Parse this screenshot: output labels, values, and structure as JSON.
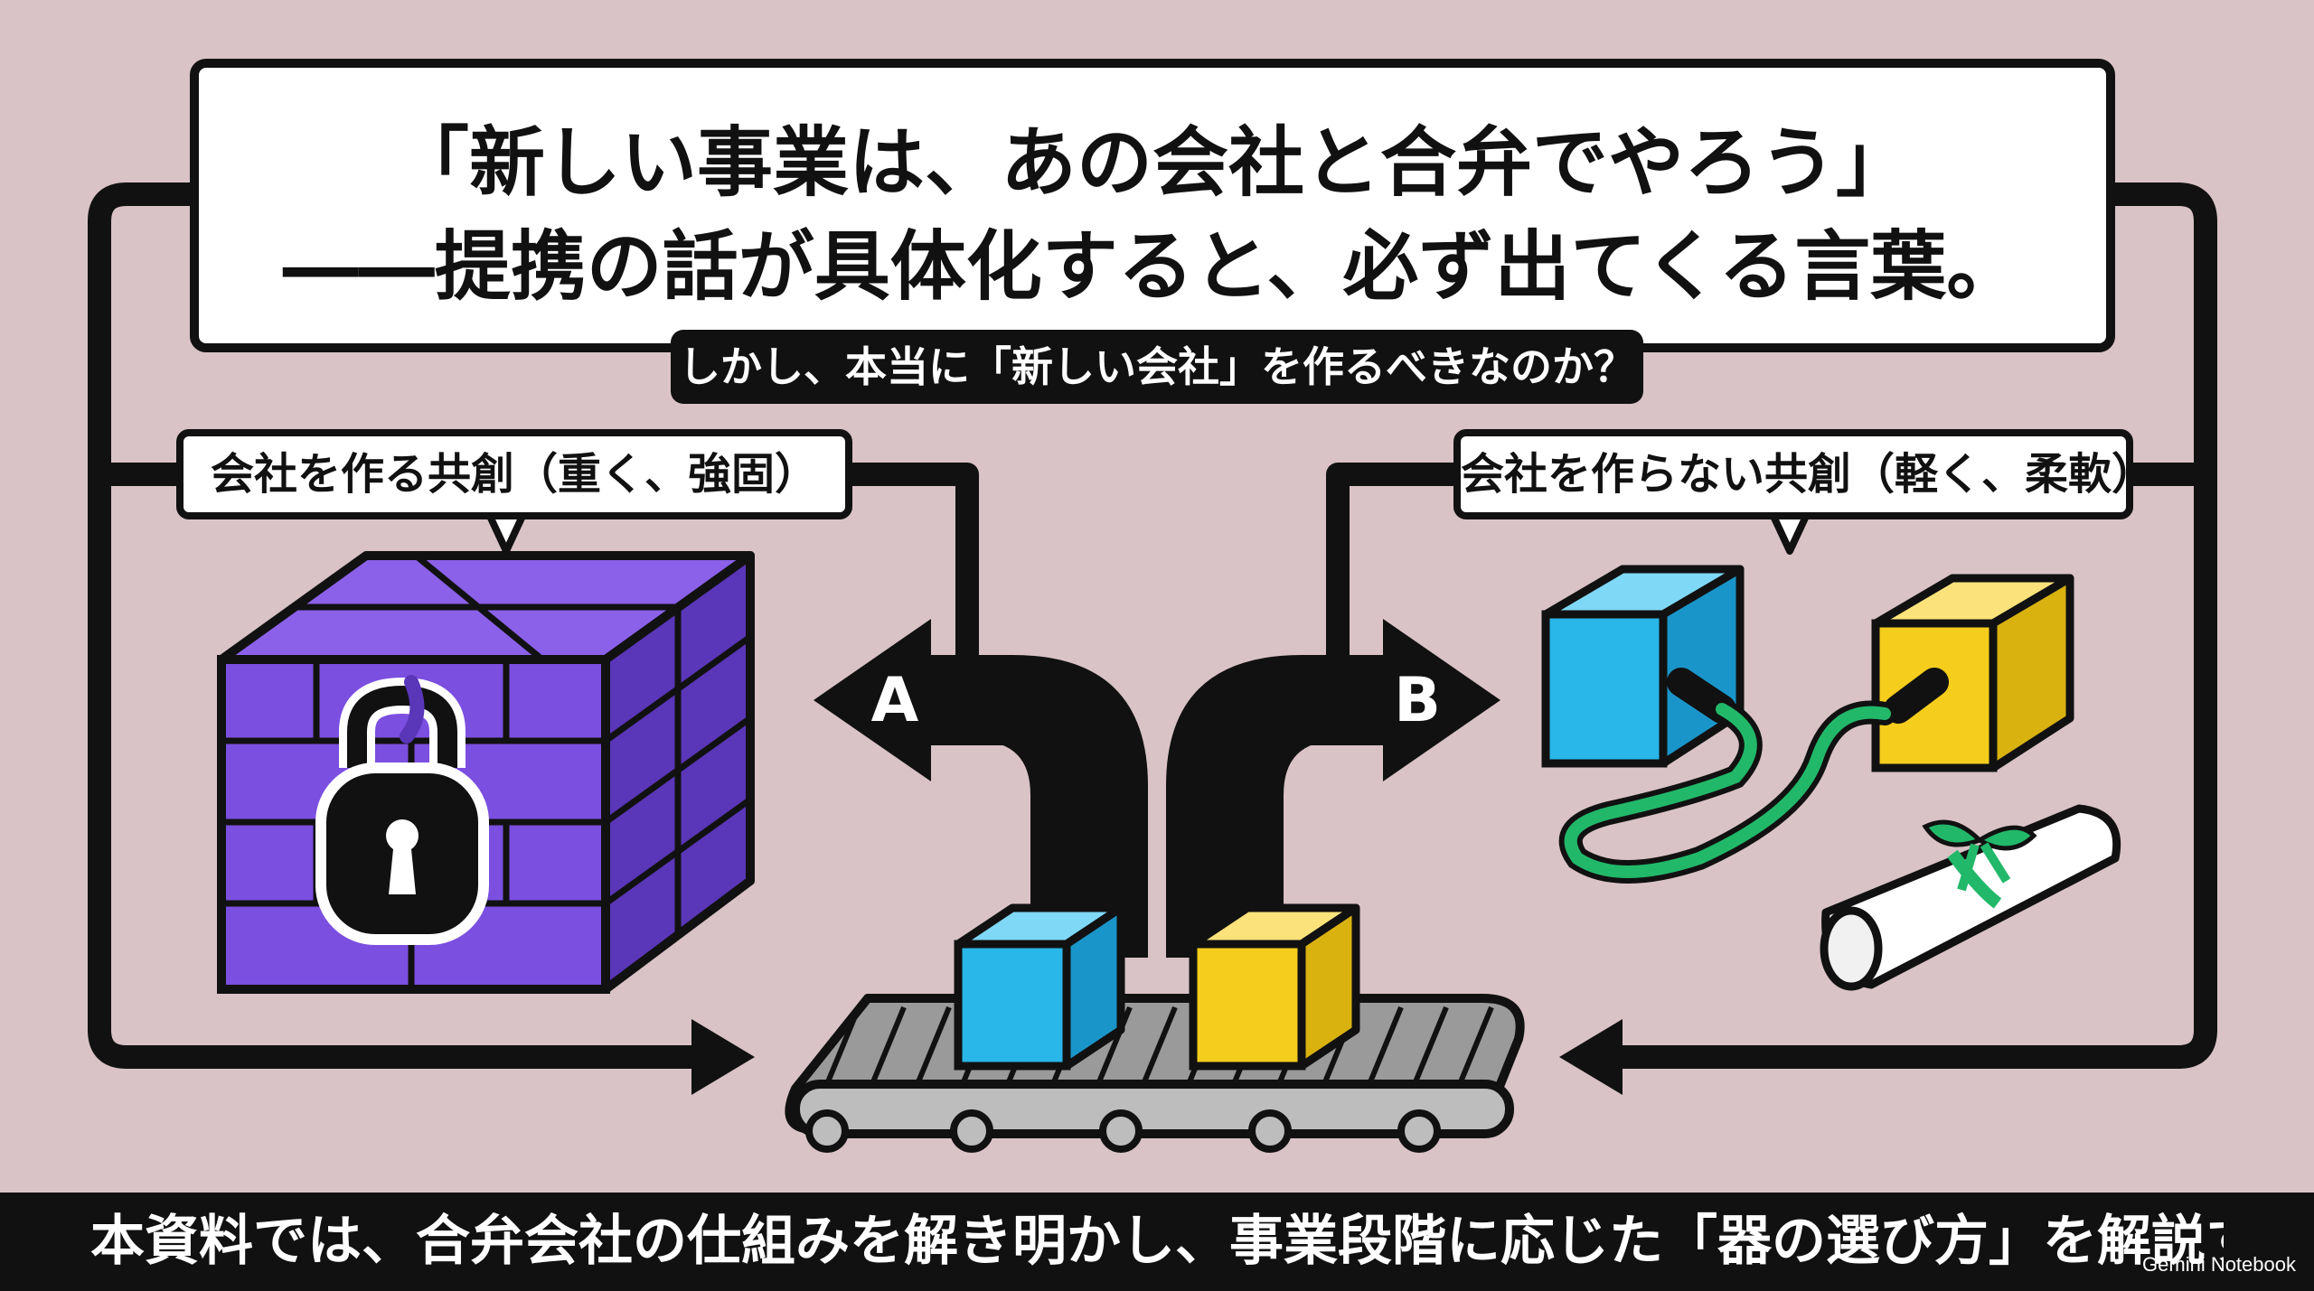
{
  "title": {
    "line1": "「新しい事業は、あの会社と合弁でやろう」",
    "line2": "――提携の話が具体化すると、必ず出てくる言葉。"
  },
  "subtitle": "しかし、本当に「新しい会社」を作るべきなのか？",
  "options": {
    "left": {
      "label": "会社を作る共創（重く、強固）",
      "arrow": "A"
    },
    "right": {
      "label": "会社を作らない共創（軽く、柔軟）",
      "arrow": "B"
    }
  },
  "footer": "本資料では、合弁会社の仕組みを解き明かし、事業段階に応じた「器の選び方」を解説する",
  "watermark": "Gemini Notebook",
  "colors": {
    "background": "#d9c3c6",
    "purple_cube": "#7b4fe0",
    "blue_cube": "#29b6e8",
    "yellow_cube": "#f5cd1c",
    "green_cable": "#22b86a",
    "dark": "#111111"
  },
  "icons": [
    "padlock-icon",
    "brick-cube-icon",
    "blue-cube-icon",
    "yellow-cube-icon",
    "cable-icon",
    "scroll-icon",
    "conveyor-belt-icon"
  ]
}
